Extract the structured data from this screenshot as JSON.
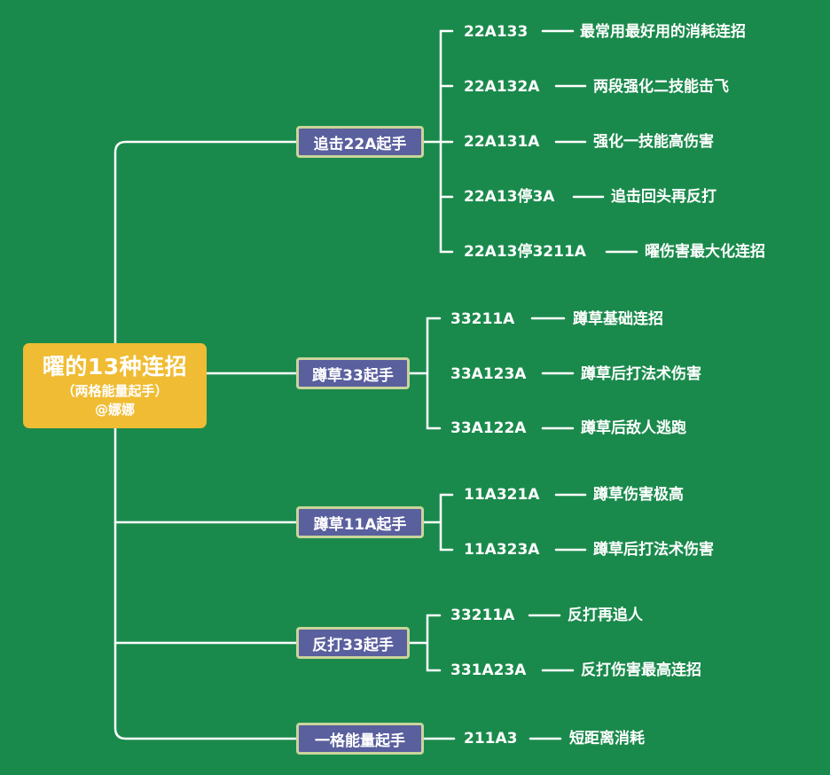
{
  "root": {
    "title": "曜的13种连招",
    "subtitle": "（两格能量起手）",
    "author": "@娜娜"
  },
  "branches": [
    {
      "label": "追击22A起手",
      "items": [
        {
          "code": "22A133",
          "desc": "最常用最好用的消耗连招"
        },
        {
          "code": "22A132A",
          "desc": "两段强化二技能击飞"
        },
        {
          "code": "22A131A",
          "desc": "强化一技能高伤害"
        },
        {
          "code": "22A13停3A",
          "desc": "追击回头再反打"
        },
        {
          "code": "22A13停3211A",
          "desc": "曜伤害最大化连招"
        }
      ]
    },
    {
      "label": "蹲草33起手",
      "items": [
        {
          "code": "33211A",
          "desc": "蹲草基础连招"
        },
        {
          "code": "33A123A",
          "desc": "蹲草后打法术伤害"
        },
        {
          "code": "33A122A",
          "desc": "蹲草后敌人逃跑"
        }
      ]
    },
    {
      "label": "蹲草11A起手",
      "items": [
        {
          "code": "11A321A",
          "desc": "蹲草伤害极高"
        },
        {
          "code": "11A323A",
          "desc": "蹲草后打法术伤害"
        }
      ]
    },
    {
      "label": "反打33起手",
      "items": [
        {
          "code": "33211A",
          "desc": "反打再追人"
        },
        {
          "code": "331A23A",
          "desc": "反打伤害最高连招"
        }
      ]
    },
    {
      "label": "一格能量起手",
      "items": [
        {
          "code": "211A3",
          "desc": "短距离消耗"
        }
      ]
    }
  ]
}
